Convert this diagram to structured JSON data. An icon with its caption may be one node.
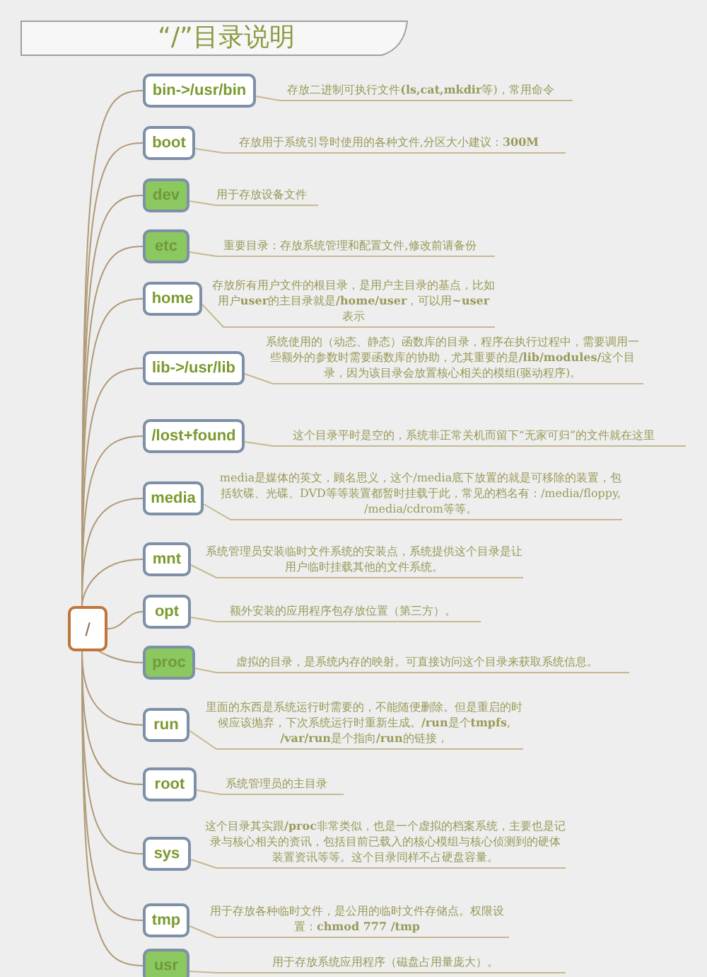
{
  "diagram": {
    "title": "“/”目录说明",
    "nodes": [
      {
        "text": [
          "/"
        ]
      },
      {
        "text": [
          "bin->/usr/bin"
        ]
      },
      {
        "text": [
          "boot"
        ]
      },
      {
        "text": [
          "dev"
        ]
      },
      {
        "text": [
          "etc"
        ]
      },
      {
        "text": [
          "home"
        ]
      },
      {
        "text": [
          "lib->/usr/lib"
        ]
      },
      {
        "text": [
          "/lost+found"
        ]
      },
      {
        "text": [
          "media"
        ]
      },
      {
        "text": [
          "mnt"
        ]
      },
      {
        "text": [
          "opt"
        ]
      },
      {
        "text": [
          "proc"
        ]
      },
      {
        "text": [
          "run"
        ]
      },
      {
        "text": [
          "root"
        ]
      },
      {
        "text": [
          "sys"
        ]
      },
      {
        "text": [
          "tmp"
        ]
      },
      {
        "text": [
          "usr"
        ]
      },
      {
        "text": [
          "存放二进制可执行文件**(ls,cat,mkdir**等)，常用命令"
        ]
      },
      {
        "text": [
          "存放用于系统引导时使用的各种文件,分区大小建议：**300M**"
        ]
      },
      {
        "text": [
          "用于存放设备文件"
        ]
      },
      {
        "text": [
          "重要目录：存放系统管理和配置文件,修改前请备份"
        ]
      },
      {
        "text": [
          "存放所有用户文件的根目录，是用户主目录的基点，比如用户**user**的主目录就是**/home/user**，可以用**~user**表示"
        ]
      },
      {
        "text": [
          "系统使用的（动态、静态）函数库的目录，程序在执行过程中，需要调用一些额外的参数时需要函数库的协助，尤其重要的是**/lib/modules/**这个目录，因为该目录会放置核心相关的模组(驱动程序)。"
        ]
      },
      {
        "text": [
          "这个目录平时是空的，系统非正常关机而留下“无家可归”的文件就在这里"
        ]
      },
      {
        "text": [
          "media是媒体的英文，顾名思义，这个/media底下放置的就是可移除的装置，包括软碟、光碟、DVD等等装置都暂时挂载于此，常见的档名有：/media/floppy, /media/cdrom等等。"
        ]
      },
      {
        "text": [
          "系统管理员安装临时文件系统的安装点，系统提供这个目录是让用户临时挂载其他的文件系统。"
        ]
      },
      {
        "text": [
          "额外安装的应用程序包存放位置（第三方）。"
        ]
      },
      {
        "text": [
          "虚拟的目录，是系统内存的映射。可直接访问这个目录来获取系统信息。"
        ]
      },
      {
        "text": [
          "里面的东西是系统运行时需要的，不能随便删除。但是重启的时候应该抛弃，下次系统运行时重新生成。**/run**是个**tmpfs**, **/var/run**是个指向**/run**的链接，"
        ]
      },
      {
        "text": [
          "系统管理员的主目录"
        ]
      },
      {
        "text": [
          "这个目录其实跟**/proc**非常类似，也是一个虚拟的档案系统，主要也是记录与核心相关的资讯，包括目前已载入的核心模组与核心侦测到的硬体装置资讯等等。这个目录同样不占硬盘容量。"
        ]
      },
      {
        "text": [
          "用于存放各种临时文件，是公用的临时文件存储点。权限设置：**chmod 777 /tmp**"
        ]
      },
      {
        "text": [
          "用于存放系统应用程序（磁盘占用量庞大）。"
        ]
      }
    ],
    "edges": [
      {
        "from": 0,
        "to": 1,
        "arrow": "none"
      },
      {
        "from": 0,
        "to": 2,
        "arrow": "none"
      },
      {
        "from": 0,
        "to": 3,
        "arrow": "none"
      },
      {
        "from": 0,
        "to": 4,
        "arrow": "none"
      },
      {
        "from": 0,
        "to": 5,
        "arrow": "none"
      },
      {
        "from": 0,
        "to": 6,
        "arrow": "none"
      },
      {
        "from": 0,
        "to": 7,
        "arrow": "none"
      },
      {
        "from": 0,
        "to": 8,
        "arrow": "none"
      },
      {
        "from": 0,
        "to": 9,
        "arrow": "none"
      },
      {
        "from": 0,
        "to": 10,
        "arrow": "none"
      },
      {
        "from": 0,
        "to": 11,
        "arrow": "none"
      },
      {
        "from": 0,
        "to": 12,
        "arrow": "none"
      },
      {
        "from": 0,
        "to": 13,
        "arrow": "none"
      },
      {
        "from": 0,
        "to": 14,
        "arrow": "none"
      },
      {
        "from": 0,
        "to": 15,
        "arrow": "none"
      },
      {
        "from": 0,
        "to": 16,
        "arrow": "none"
      },
      {
        "from": 1,
        "to": 17,
        "arrow": "none",
        "color": "#c8b890"
      },
      {
        "from": 2,
        "to": 18,
        "arrow": "none",
        "color": "#c8b890"
      },
      {
        "from": 3,
        "to": 19,
        "arrow": "none",
        "color": "#c8b890"
      },
      {
        "from": 4,
        "to": 20,
        "arrow": "none",
        "color": "#c8b890"
      },
      {
        "from": 5,
        "to": 21,
        "arrow": "none",
        "color": "#c8b890"
      },
      {
        "from": 6,
        "to": 22,
        "arrow": "none",
        "color": "#c8b890"
      },
      {
        "from": 7,
        "to": 23,
        "arrow": "none",
        "color": "#c8b890"
      },
      {
        "from": 8,
        "to": 24,
        "arrow": "none",
        "color": "#c8b890"
      },
      {
        "from": 9,
        "to": 25,
        "arrow": "none",
        "color": "#c8b890"
      },
      {
        "from": 10,
        "to": 26,
        "arrow": "none",
        "color": "#c8b890"
      },
      {
        "from": 11,
        "to": 27,
        "arrow": "none",
        "color": "#c8b890"
      },
      {
        "from": 12,
        "to": 28,
        "arrow": "none",
        "color": "#c8b890"
      },
      {
        "from": 13,
        "to": 29,
        "arrow": "none",
        "color": "#c8b890"
      },
      {
        "from": 14,
        "to": 30,
        "arrow": "none",
        "color": "#c8b890"
      },
      {
        "from": 15,
        "to": 31,
        "arrow": "none",
        "color": "#c8b890"
      },
      {
        "from": 16,
        "to": 32,
        "arrow": "none",
        "color": "#c8b890"
      }
    ]
  }
}
